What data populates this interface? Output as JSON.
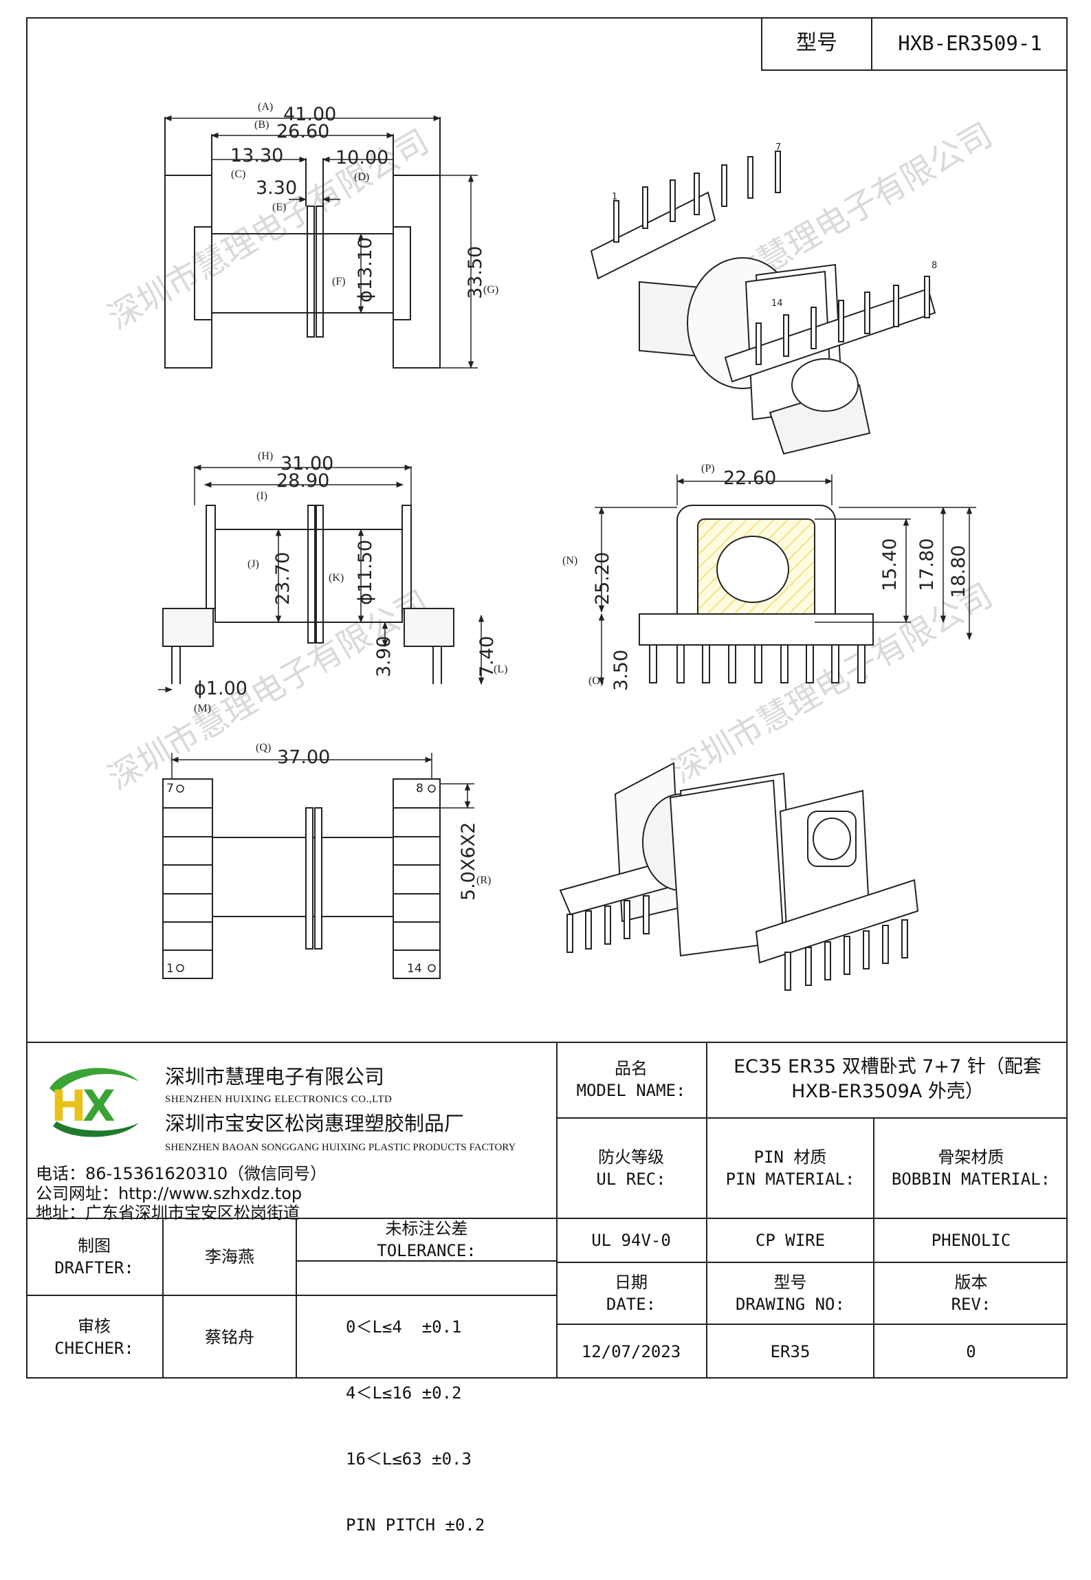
{
  "title_block": {
    "model_label": "型号",
    "model_value": "HXB-ER3509-1"
  },
  "dimensions": {
    "A": {
      "letter": "(A)",
      "value": "41.00"
    },
    "B": {
      "letter": "(B)",
      "value": "26.60"
    },
    "C": {
      "letter": "(C)",
      "value": "13.30"
    },
    "D": {
      "letter": "(D)",
      "value": "10.00"
    },
    "E": {
      "letter": "(E)",
      "value": "3.30"
    },
    "F": {
      "letter": "(F)",
      "value": "ϕ13.10"
    },
    "G": {
      "letter": "(G)",
      "value": "33.50"
    },
    "H": {
      "letter": "(H)",
      "value": "31.00"
    },
    "I": {
      "letter": "(I)",
      "value": "28.90"
    },
    "J": {
      "letter": "(J)",
      "value": "23.70"
    },
    "K": {
      "letter": "(K)",
      "value": "ϕ11.50"
    },
    "L": {
      "letter": "(L)",
      "value": "7.40"
    },
    "L2": {
      "value": "3.90"
    },
    "M": {
      "letter": "(M)",
      "value": "ϕ1.00"
    },
    "N": {
      "letter": "(N)",
      "value": "25.20"
    },
    "O": {
      "letter": "(O)",
      "value": "3.50"
    },
    "P": {
      "letter": "(P)",
      "value": "22.60"
    },
    "P2": {
      "value": "15.40"
    },
    "P3": {
      "value": "17.80"
    },
    "P4": {
      "value": "18.80"
    },
    "Q": {
      "letter": "(Q)",
      "value": "37.00"
    },
    "R": {
      "letter": "(R)",
      "value": "5.0X6X2"
    }
  },
  "pins": {
    "iso_1": "1",
    "iso_7": "7",
    "iso_8": "8",
    "iso_14": "14",
    "bot_7": "7",
    "bot_8": "8",
    "bot_1": "1",
    "bot_14": "14"
  },
  "watermark": "深圳市慧理电子有限公司",
  "company": {
    "name_cn": "深圳市慧理电子有限公司",
    "name_en": "SHENZHEN HUIXING ELECTRONICS CO.,LTD",
    "factory_cn": "深圳市宝安区松岗惠理塑胶制品厂",
    "factory_en": "SHENZHEN BAOAN SONGGANG HUIXING PLASTIC PRODUCTS FACTORY",
    "phone": "电话：86-15361620310（微信同号）",
    "website": "公司网址：http://www.szhxdz.top",
    "address": "地址：广东省深圳市宝安区松岗街道",
    "logo_text": "HX",
    "logo_colors": {
      "green": "#3aa335",
      "yellow": "#e8c21a",
      "dark_green": "#1f7a2c"
    }
  },
  "fields": {
    "model_name_cn": "品名",
    "model_name_en": "MODEL NAME:",
    "model_name_value_1": "EC35 ER35 双槽卧式 7+7 针（配套",
    "model_name_value_2": "HXB-ER3509A 外壳）",
    "ul_cn": "防火等级",
    "ul_en": "UL REC:",
    "pin_cn": "PIN 材质",
    "pin_en": "PIN MATERIAL:",
    "bobbin_cn": "骨架材质",
    "bobbin_en": "BOBBIN MATERIAL:",
    "ul_value": "UL 94V-0",
    "pin_value": "CP WIRE",
    "bobbin_value": "PHENOLIC",
    "drafter_cn": "制图",
    "drafter_en": "DRAFTER:",
    "drafter_name": "李海燕",
    "checker_cn": "审核",
    "checker_en": "CHECHER:",
    "checker_name": "蔡铭舟",
    "tol_cn": "未标注公差",
    "tol_en": "TOLERANCE:",
    "tol_1": "0＜L≤4  ±0.1",
    "tol_2": "4＜L≤16 ±0.2",
    "tol_3": "16＜L≤63 ±0.3",
    "tol_4": "PIN PITCH ±0.2",
    "date_cn": "日期",
    "date_en": "DATE:",
    "drawing_cn": "型号",
    "drawing_en": "DRAWING NO:",
    "rev_cn": "版本",
    "rev_en": "REV:",
    "date_value": "12/07/2023",
    "drawing_value": "ER35",
    "rev_value": "0"
  }
}
